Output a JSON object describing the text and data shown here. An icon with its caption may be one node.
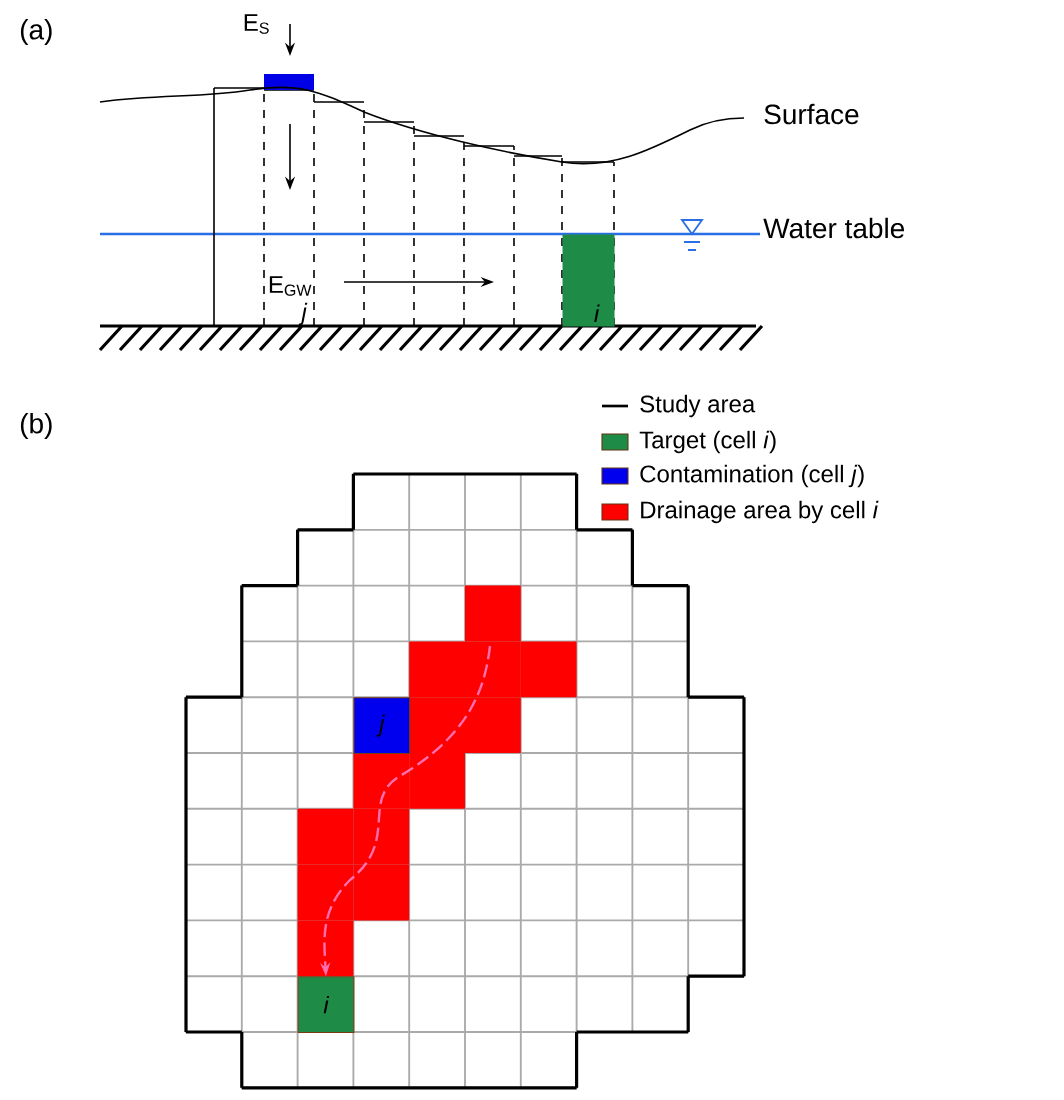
{
  "diagram": {
    "nodes": [
      {
        "text": [
          "i"
        ]
      },
      {
        "text": [
          "j"
        ]
      },
      {
        "text": [
          "i"
        ]
      }
    ],
    "edges": [
      {
        "from": null,
        "to": 2,
        "arrow": "to",
        "style": "dashed",
        "color": "#ff6fb0"
      }
    ],
    "labels": [
      "(a)",
      "E$_{S}$",
      "Surface",
      "Water table",
      "E$_{GW}$",
      "j",
      "(b)"
    ],
    "legend": [
      {
        "text": "Study area"
      },
      {
        "text": "Target (cell *i*)",
        "color": "#1e8c46"
      },
      {
        "text": "Contamination (cell *j*)",
        "color": "#0000ee"
      },
      {
        "text": "Drainage area by cell *i*",
        "color": "#ff0000"
      }
    ]
  }
}
